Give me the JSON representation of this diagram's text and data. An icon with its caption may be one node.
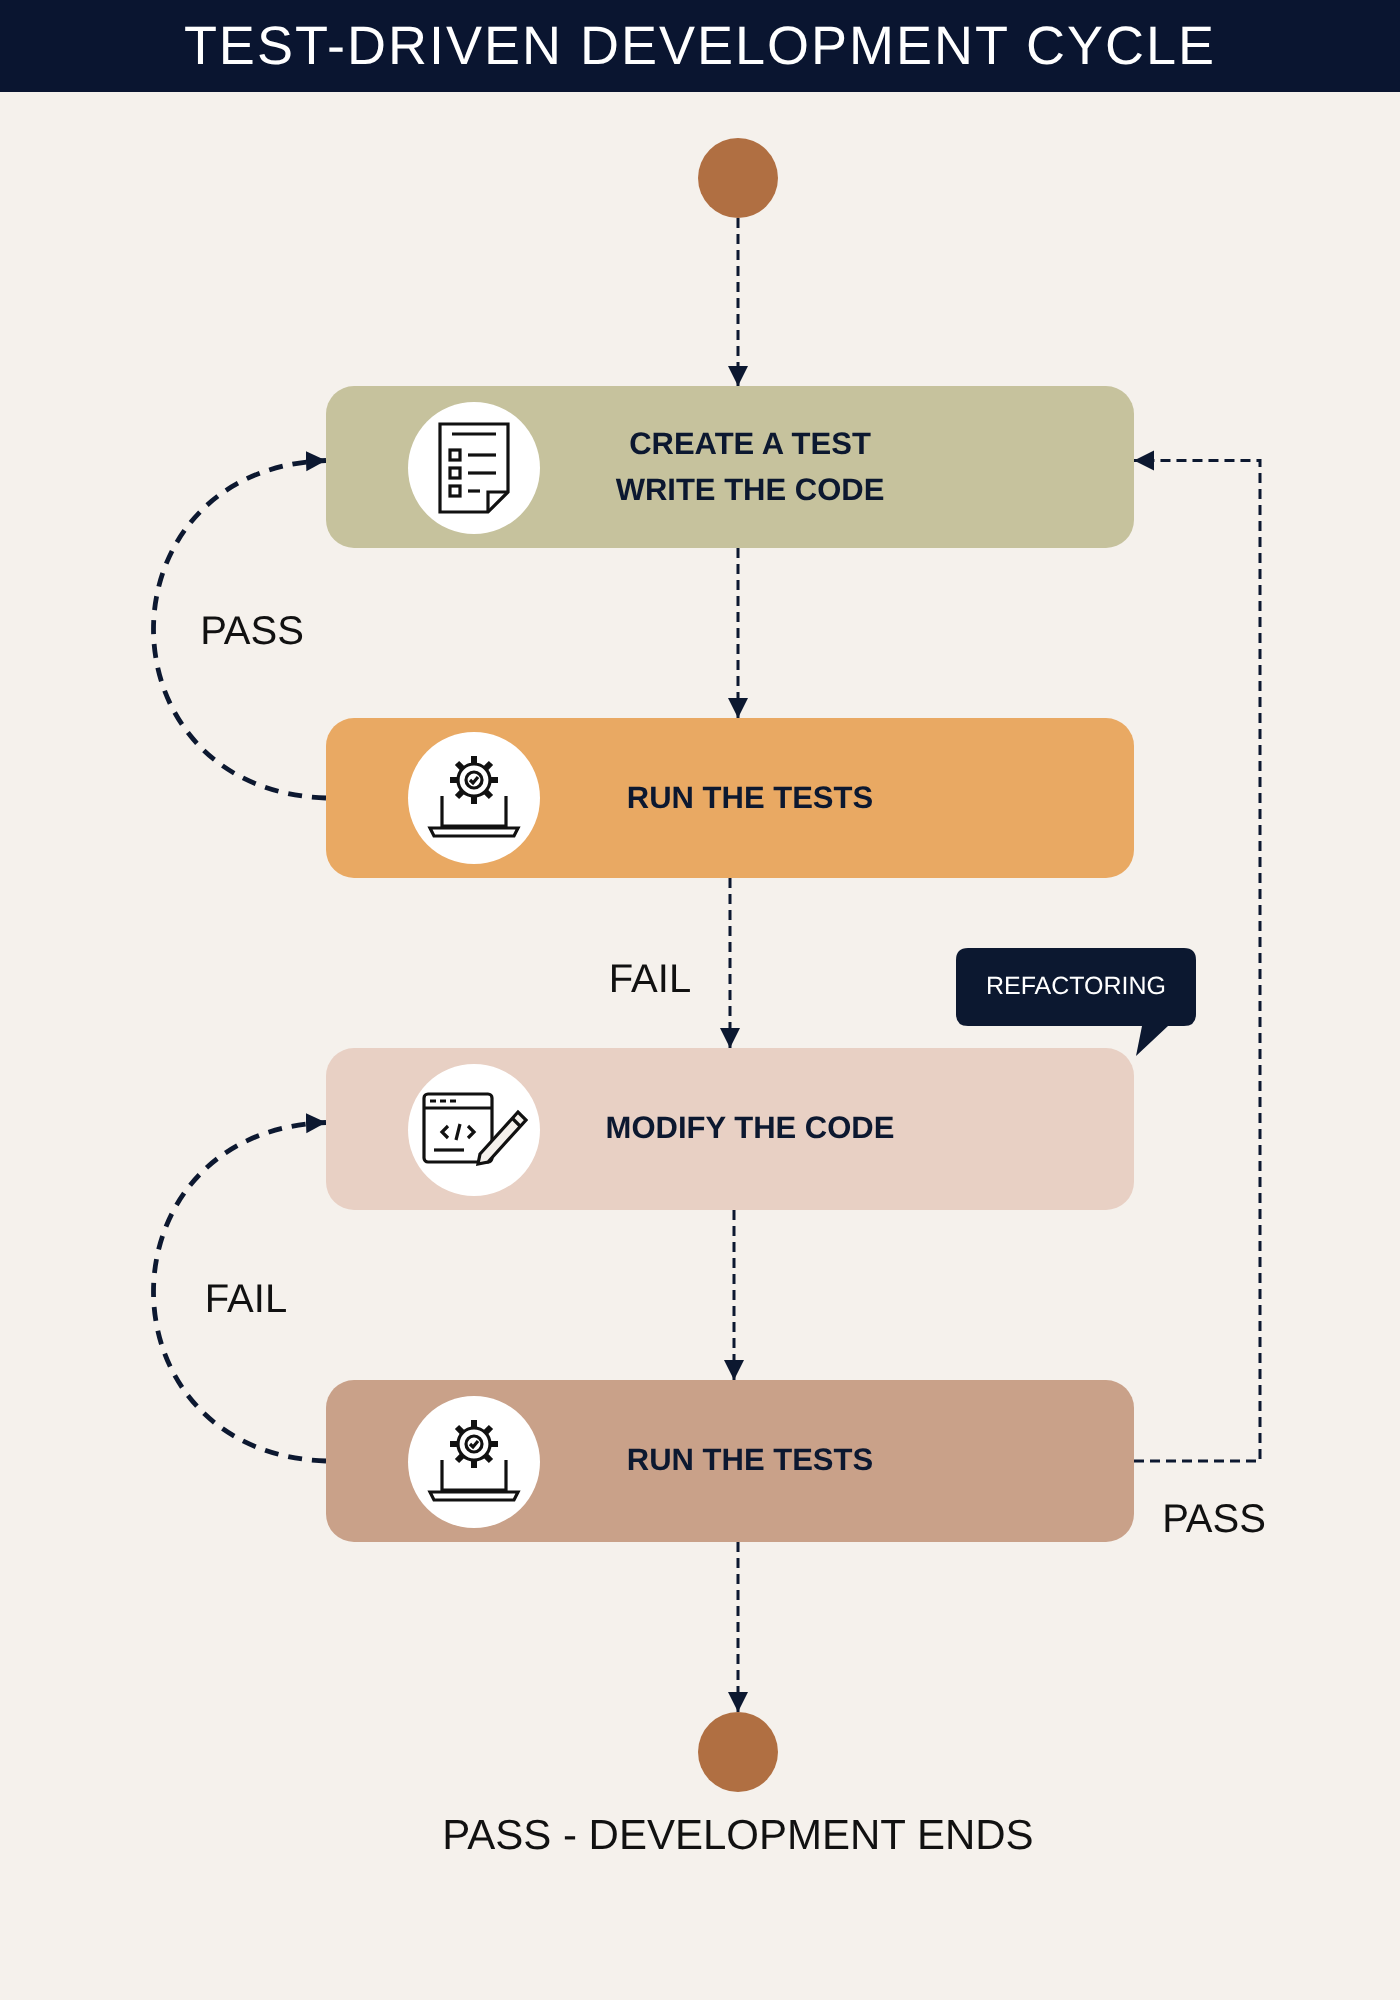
{
  "diagram": {
    "title": "TEST-DRIVEN DEVELOPMENT CYCLE",
    "nodes": [
      {
        "text": [],
        "shape": "circle"
      },
      {
        "text": [
          "CREATE A TEST",
          "WRITE THE CODE"
        ]
      },
      {
        "text": [
          "RUN THE TESTS"
        ]
      },
      {
        "text": [
          "REFACTORING"
        ]
      },
      {
        "text": [
          "MODIFY THE CODE"
        ]
      },
      {
        "text": [
          "RUN THE TESTS"
        ]
      },
      {
        "text": [],
        "shape": "circle",
        "beside": [
          "PASS - DEVELOPMENT ENDS"
        ]
      }
    ],
    "edges": [
      {
        "from": 0,
        "to": 1,
        "arrow": "to",
        "style": "dashed"
      },
      {
        "from": 1,
        "to": 2,
        "arrow": "to",
        "style": "dashed"
      },
      {
        "from": 2,
        "to": 1,
        "arrow": "to",
        "style": "dashed",
        "label": "PASS"
      },
      {
        "from": 2,
        "to": 4,
        "arrow": "to",
        "style": "dashed",
        "label": "FAIL"
      },
      {
        "from": 4,
        "to": 5,
        "arrow": "to",
        "style": "dashed"
      },
      {
        "from": 5,
        "to": 4,
        "arrow": "to",
        "style": "dashed",
        "label": "FAIL"
      },
      {
        "from": 5,
        "to": 1,
        "arrow": "to",
        "style": "dashed",
        "label": "PASS"
      },
      {
        "from": 5,
        "to": 6,
        "arrow": "to",
        "style": "dashed"
      }
    ]
  }
}
